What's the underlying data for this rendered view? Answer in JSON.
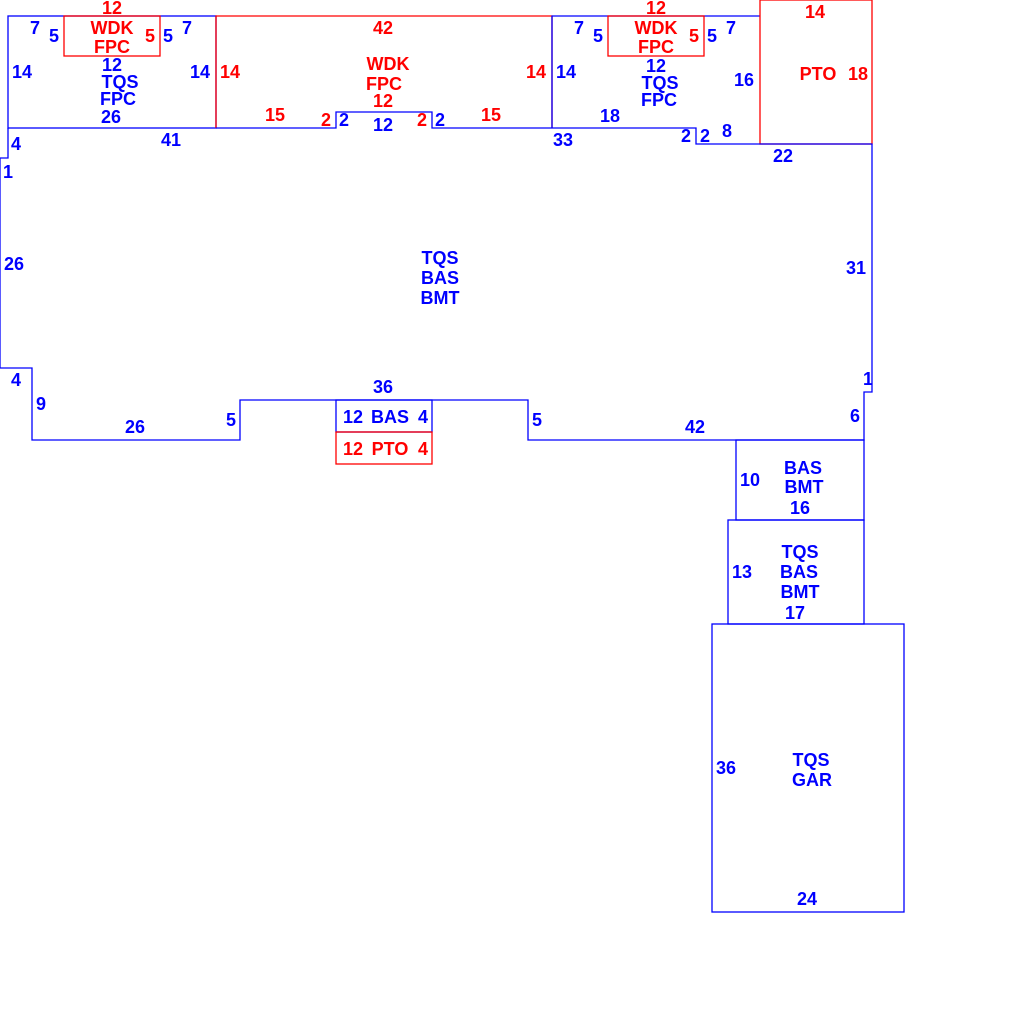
{
  "colors": {
    "building": "#0000ff",
    "exterior": "#ff0000",
    "background": "#ffffff"
  },
  "areas": {
    "fpc_left": {
      "codes": [
        "TQS",
        "FPC"
      ],
      "dims": [
        "14",
        "12",
        "26",
        "14",
        "7",
        "5",
        "5",
        "7"
      ]
    },
    "wdk_left": {
      "codes": [
        "WDK",
        "FPC"
      ],
      "dims": [
        "12",
        "5"
      ]
    },
    "wdk_center": {
      "codes": [
        "WDK",
        "FPC"
      ],
      "dims": [
        "42",
        "14",
        "12",
        "15",
        "2",
        "2",
        "15",
        "14"
      ]
    },
    "fpc_right": {
      "codes": [
        "TQS",
        "FPC"
      ],
      "dims": [
        "14",
        "12",
        "18",
        "16",
        "7",
        "5",
        "5",
        "7"
      ]
    },
    "wdk_right": {
      "codes": [
        "WDK",
        "FPC"
      ],
      "dims": [
        "12",
        "5"
      ]
    },
    "pto_right": {
      "codes": [
        "PTO"
      ],
      "dims": [
        "14",
        "18"
      ]
    },
    "main": {
      "codes": [
        "TQS",
        "BAS",
        "BMT"
      ],
      "dims": [
        "4",
        "41",
        "1",
        "2",
        "12",
        "2",
        "33",
        "2",
        "2",
        "8",
        "22",
        "26",
        "31",
        "4",
        "9",
        "26",
        "5",
        "36",
        "5",
        "42",
        "1",
        "6"
      ]
    },
    "bay": {
      "codes": [
        "BAS"
      ],
      "dims": [
        "12",
        "4"
      ]
    },
    "pto_bay": {
      "codes": [
        "PTO"
      ],
      "dims": [
        "12",
        "4"
      ]
    },
    "bmt_small": {
      "codes": [
        "BAS",
        "BMT"
      ],
      "dims": [
        "10",
        "16"
      ]
    },
    "bmt_mid": {
      "codes": [
        "TQS",
        "BAS",
        "BMT"
      ],
      "dims": [
        "13",
        "17"
      ]
    },
    "garage": {
      "codes": [
        "TQS",
        "GAR"
      ],
      "dims": [
        "36",
        "24"
      ]
    }
  }
}
